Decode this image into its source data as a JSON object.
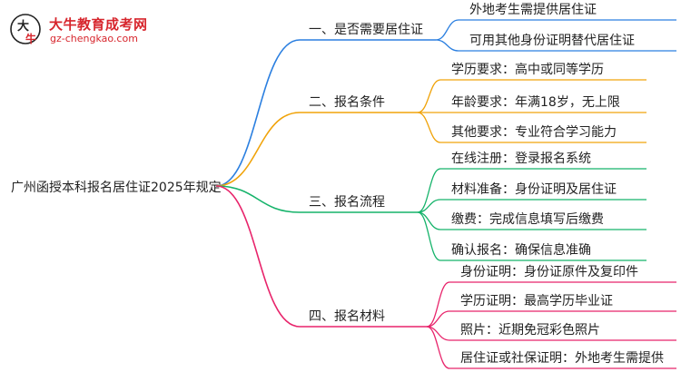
{
  "logo": {
    "title": "大牛教育成考网",
    "url": "gz-chengkao.com",
    "glyph_top": "大",
    "glyph_bottom": "牛"
  },
  "root": "广州函授本科报名居住证2025年规定",
  "branches": [
    {
      "label": "一、是否需要居住证",
      "color": "#2b7fe0",
      "children": [
        "外地考生需提供居住证",
        "可用其他身份证明替代居住证"
      ]
    },
    {
      "label": "二、报名条件",
      "color": "#f0a30a",
      "children": [
        "学历要求：高中或同等学历",
        "年龄要求：年满18岁，无上限",
        "其他要求：专业符合学习能力"
      ]
    },
    {
      "label": "三、报名流程",
      "color": "#15b36a",
      "children": [
        "在线注册：登录报名系统",
        "材料准备：身份证明及居住证",
        "缴费：完成信息填写后缴费",
        "确认报名：确保信息准确"
      ]
    },
    {
      "label": "四、报名材料",
      "color": "#e8246b",
      "children": [
        "身份证明：身份证原件及复印件",
        "学历证明：最高学历毕业证",
        "照片：近期免冠彩色照片",
        "居住证或社保证明：外地考生需提供"
      ]
    }
  ]
}
